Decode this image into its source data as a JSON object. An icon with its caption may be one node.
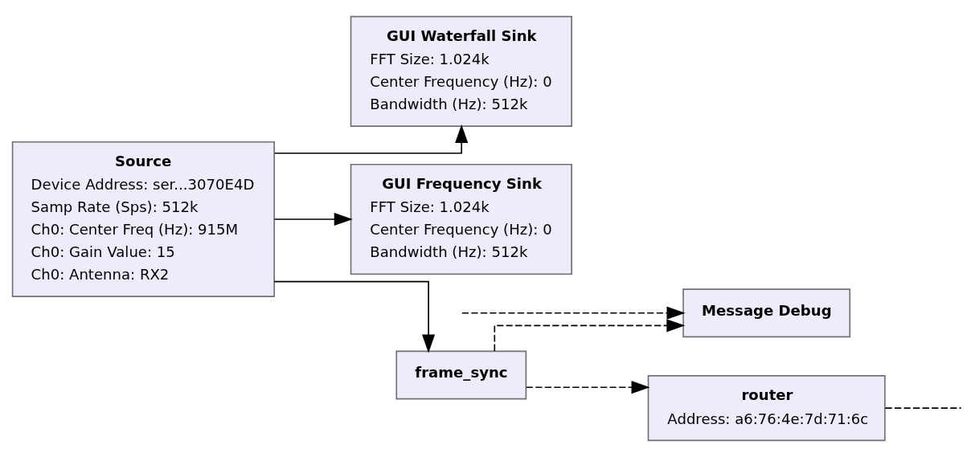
{
  "diagram": {
    "nodes": [
      {
        "text": [
          "GUI Waterfall Sink",
          "FFT Size: 1.024k",
          "Center Frequency (Hz): 0",
          "Bandwidth (Hz): 512k"
        ]
      },
      {
        "text": [
          "GUI Frequency Sink",
          "FFT Size: 1.024k",
          "Center Frequency (Hz): 0",
          "Bandwidth (Hz): 512k"
        ]
      },
      {
        "text": [
          "Message Debug"
        ]
      },
      {
        "text": [
          "router",
          "Address: a6:76:4e:7d:71:6c"
        ]
      },
      {
        "text": [
          "Source",
          "Device Address: ser...3070E4D",
          "Samp Rate (Sps): 512k",
          "Ch0: Center Freq (Hz): 915M",
          "Ch0: Gain Value: 15",
          "Ch0: Antenna: RX2"
        ]
      },
      {
        "text": [
          "frame_sync"
        ]
      }
    ],
    "edges": [
      {
        "from": 4,
        "to": 0,
        "arrow": "to"
      },
      {
        "from": 4,
        "to": 1,
        "arrow": "to"
      },
      {
        "from": 4,
        "to": 5,
        "arrow": "to"
      },
      {
        "from": 5,
        "to": 3,
        "arrow": "to",
        "style": "dashed"
      },
      {
        "from": 5,
        "to": 2,
        "arrow": "to",
        "style": "dashed"
      },
      {
        "from": null,
        "to": 2,
        "arrow": "to",
        "style": "dashed"
      },
      {
        "from": 3,
        "to": null,
        "arrow": "none",
        "style": "dashed"
      }
    ]
  }
}
